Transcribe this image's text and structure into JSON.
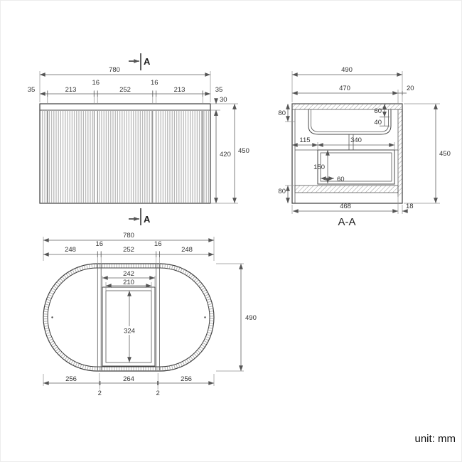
{
  "unit_label": "unit: mm",
  "front_view": {
    "section_marker": "A",
    "dims": {
      "total_width": "780",
      "row": [
        "35",
        "213",
        "16",
        "252",
        "16",
        "213",
        "35"
      ],
      "rim_height": "30",
      "body_height": "420",
      "total_height": "450"
    }
  },
  "section_view": {
    "title": "A-A",
    "dims": {
      "total_depth": "490",
      "inner_depth": "470",
      "back_panel": "20",
      "top_gap": "80",
      "rim_height": "60",
      "counter_thickness": "40",
      "drawer_offset": "115",
      "drawer_depth": "340",
      "drawer_height": "150",
      "rail_width": "60",
      "bottom_gap": "80",
      "total_height": "450",
      "bottom_width": "468",
      "bottom_back": "18"
    }
  },
  "plan_view": {
    "dims": {
      "total_width": "780",
      "row": [
        "248",
        "16",
        "252",
        "16",
        "248"
      ],
      "opening_outer": "242",
      "opening_inner": "210",
      "opening_depth": "324",
      "total_depth": "490",
      "bottom_row": [
        "256",
        "264",
        "256"
      ],
      "strut_gap_left": "2",
      "strut_gap_right": "2"
    }
  }
}
